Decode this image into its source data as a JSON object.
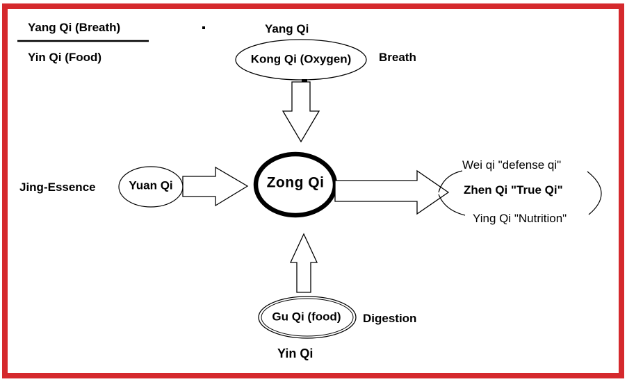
{
  "colors": {
    "border_red": "#d5292d",
    "ink": "#000000",
    "background": "#ffffff"
  },
  "fraction": {
    "numerator": "Yang Qi (Breath)",
    "denominator": "Yin Qi (Food)"
  },
  "breath_source": {
    "label_above": "Yang Qi",
    "node": "Kong Qi (Oxygen)",
    "label_right": "Breath"
  },
  "center_node": {
    "label": "Zong Qi"
  },
  "essence_source": {
    "label_left": "Jing-Essence",
    "node": "Yuan Qi"
  },
  "outputs": {
    "line1": "Wei qi \"defense qi\"",
    "line2": "Zhen Qi \"True Qi\"",
    "line3": "Ying Qi \"Nutrition\""
  },
  "food_source": {
    "node": "Gu Qi (food)",
    "label_right": "Digestion",
    "label_below": "Yin Qi"
  }
}
